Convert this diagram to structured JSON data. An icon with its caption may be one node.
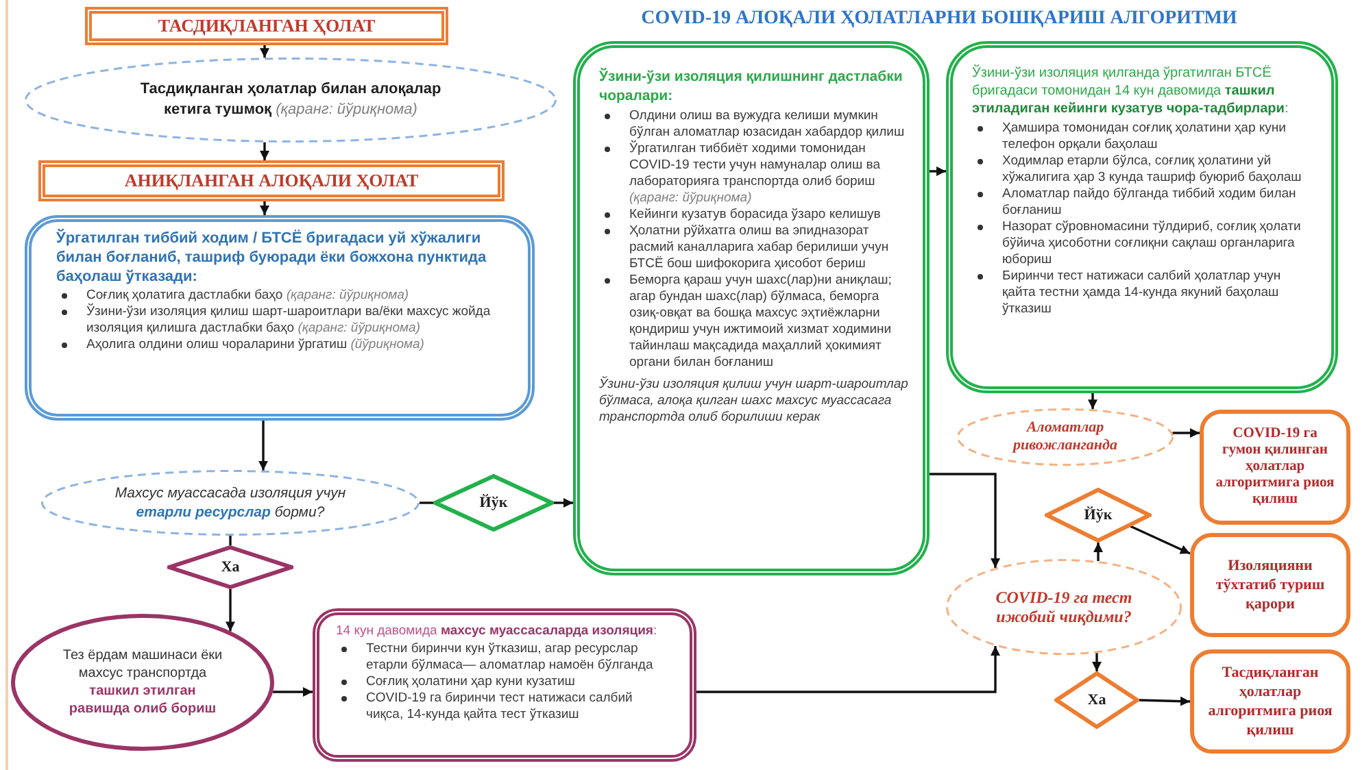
{
  "diagram": {
    "title": "COVID-19 АЛОҚАЛИ ҲОЛАТЛАРНИ БОШҚАРИШ АЛГОРИТМИ",
    "nodes": [
      {
        "text": [
          "ТАСДИҚЛАНГАН ҲОЛАТ"
        ]
      },
      {
        "text": [
          "**Тасдиқланган ҳолатлар билан алоқалар кетига тушмоқ** *(қаранг: йўриқнома)*"
        ]
      },
      {
        "text": [
          "АНИҚЛАНГАН АЛОҚАЛИ ҲОЛАТ"
        ]
      },
      {
        "text": [
          "Ўргатилган тиббий ходим / БТСЁ бригадаси уй хўжалиги билан боғланиб, ташриф буюради ёки божхона пунктида баҳолаш ўтказади:",
          "Соғлиқ ҳолатига дастлабки баҳо *(қаранг: йўриқнома)*",
          "Ўзини-ўзи изоляция қилиш шарт-шароитлари ва/ёки махсус жойда изоляция қилишга дастлабки баҳо *(қаранг: йўриқнома)*",
          "Аҳолига олдини олиш чораларини ўргатиш *(йўриқнома)*"
        ]
      },
      {
        "text": [
          "Махсус муассасада изоляция учун **етарли ресурслар** борми?"
        ]
      },
      {
        "text": [
          "Йўк"
        ]
      },
      {
        "text": [
          "Ха"
        ]
      },
      {
        "text": [
          "Тез ёрдам машинаси ёки махсус транспортда **ташкил этилган равишда олиб бориш**"
        ]
      },
      {
        "text": [
          "14 кун давомида **махсус муассасаларда изоляция**:",
          "Тестни биринчи кун ўтказиш, агар ресурслар етарли бўлмаса— аломатлар намоён бўлганда",
          "Соғлиқ ҳолатини ҳар куни кузатиш",
          "COVID-19 га биринчи тест натижаси салбий чиқса, 14-кунда қайта тест ўтказиш"
        ]
      },
      {
        "text": [
          "Ўзини-ўзи изоляция қилишнинг дастлабки чоралари:",
          "Олдини олиш ва вужудга келиши мумкин бўлган аломатлар юзасидан хабардор қилиш",
          "Ўргатилган тиббиёт ходими томонидан COVID-19 тести учун намуналар олиш ва лабораторияга транспортда олиб бориш *(қаранг: йўриқнома)*",
          "Кейинги кузатув борасида ўзаро келишув",
          "Ҳолатни рўйхатга олиш ва эпидназорат расмий каналларига хабар берилиши учун БТСЁ бош шифокорига ҳисобот бериш",
          "Беморга қараш учун шахс(лар)ни аниқлаш; агар бундан шахс(лар) бўлмаса, беморга озиқ-овқат ва бошқа махсус эҳтиёжларни қондириш учун ижтимоий хизмат ходимини тайинлаш мақсадида маҳаллий ҳокимият органи билан боғланиш",
          "Ўзини-ўзи изоляция қилиш учун шарт-шароитлар бўлмаса, алоқа қилган шахс махсус муассасага транспортда олиб борилиши керак"
        ]
      },
      {
        "text": [
          "Ўзини-ўзи изоляция қилганда ўргатилган БТСЁ бригадаси томонидан 14 кун давомида **ташкил этиладиган кейинги кузатув чора-тадбирлари**:",
          "Ҳамшира томонидан соғлиқ ҳолатини ҳар куни телефон орқали баҳолаш",
          "Ходимлар етарли бўлса, соғлиқ ҳолатини уй хўжалигига ҳар 3 кунда ташриф буюриб баҳолаш",
          "Аломатлар пайдо бўлганда тиббий ходим билан боғланиш",
          "Назорат сўровномасини тўлдириб, соғлиқ ҳолати бўйича ҳисоботни соғлиқни сақлаш органларига юбориш",
          "Биринчи тест натижаси салбий ҳолатлар учун қайта тестни ҳамда 14-кунда якуний баҳолаш ўтказиш"
        ]
      },
      {
        "text": [
          "Аломатлар ривожланганда"
        ]
      },
      {
        "text": [
          "COVID-19 га гумон қилинган ҳолатлар алгоритмига риоя қилиш"
        ]
      },
      {
        "text": [
          "Йўк"
        ]
      },
      {
        "text": [
          "Изоляцияни тўхтатиб туриш қарори"
        ]
      },
      {
        "text": [
          "COVID-19 га тест ижобий чиқдими?"
        ]
      },
      {
        "text": [
          "Ха"
        ]
      },
      {
        "text": [
          "Тасдиқланган ҳолатлар алгоритмига риоя қилиш"
        ]
      }
    ],
    "edges": [
      {
        "from": 0,
        "to": 1,
        "arrow": "to"
      },
      {
        "from": 1,
        "to": 2,
        "arrow": "to"
      },
      {
        "from": 2,
        "to": 3,
        "arrow": "to"
      },
      {
        "from": 3,
        "to": 4,
        "arrow": "to"
      },
      {
        "from": 4,
        "to": 5,
        "arrow": "none"
      },
      {
        "from": 5,
        "to": 9,
        "arrow": "to"
      },
      {
        "from": 4,
        "to": 6,
        "arrow": "none"
      },
      {
        "from": 6,
        "to": 7,
        "arrow": "to"
      },
      {
        "from": 7,
        "to": 8,
        "arrow": "to"
      },
      {
        "from": 9,
        "to": 10,
        "arrow": "to"
      },
      {
        "from": 10,
        "to": 11,
        "arrow": "to"
      },
      {
        "from": 11,
        "to": 12,
        "arrow": "to"
      },
      {
        "from": 9,
        "to": 15,
        "arrow": "to"
      },
      {
        "from": 8,
        "to": 15,
        "arrow": "to"
      },
      {
        "from": 15,
        "to": 13,
        "arrow": "to"
      },
      {
        "from": 13,
        "to": 14,
        "arrow": "to"
      },
      {
        "from": 15,
        "to": 16,
        "arrow": "to"
      },
      {
        "from": 16,
        "to": 17,
        "arrow": "to"
      }
    ]
  }
}
